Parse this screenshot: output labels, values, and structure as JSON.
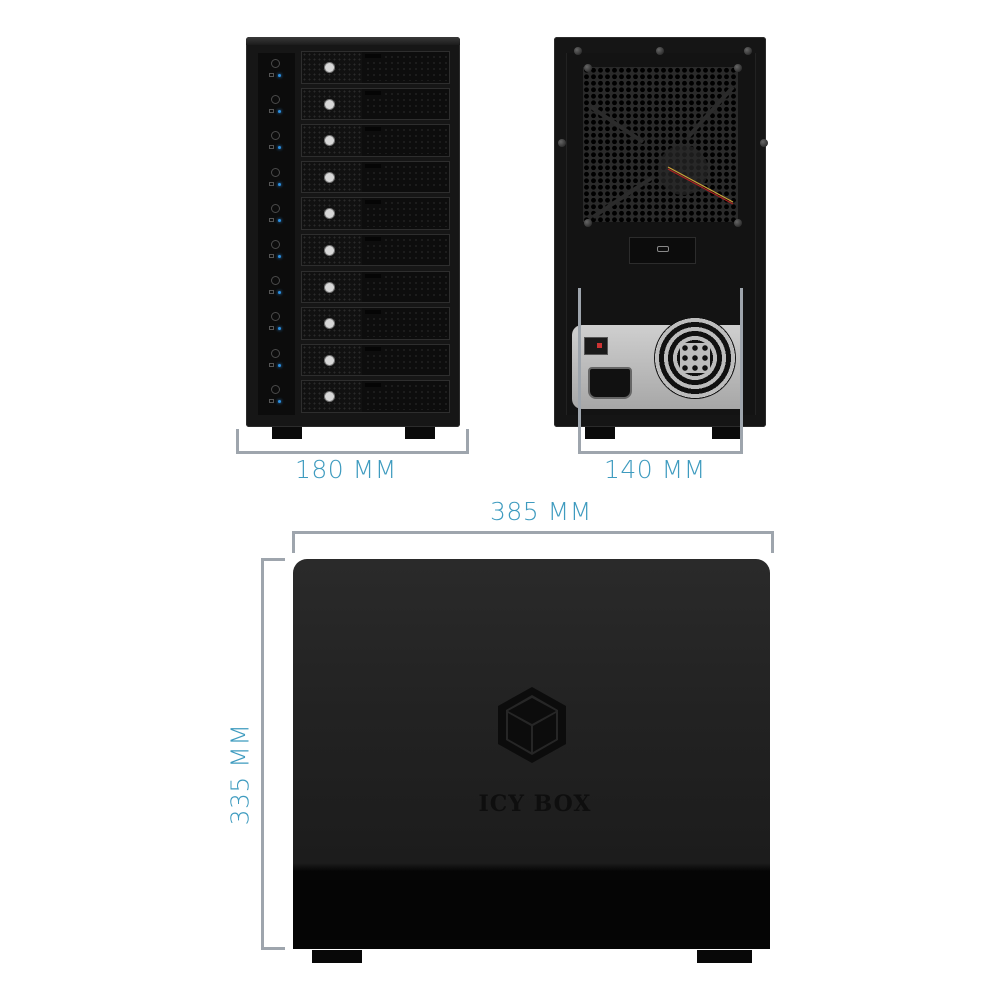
{
  "product": {
    "brand": "ICY BOX",
    "bay_count": 10
  },
  "views": {
    "front": {
      "label": "front-view",
      "width_label": "180 MM"
    },
    "rear": {
      "label": "rear-view",
      "width_label": "140 MM"
    },
    "side": {
      "label": "side-view",
      "depth_label": "385 MM",
      "height_label": "335 MM"
    }
  },
  "colors": {
    "dimension_text": "#3e9bbf",
    "dimension_line": "#9ea5ad",
    "led_blue": "#2a8fe0",
    "enclosure": "#161616"
  }
}
